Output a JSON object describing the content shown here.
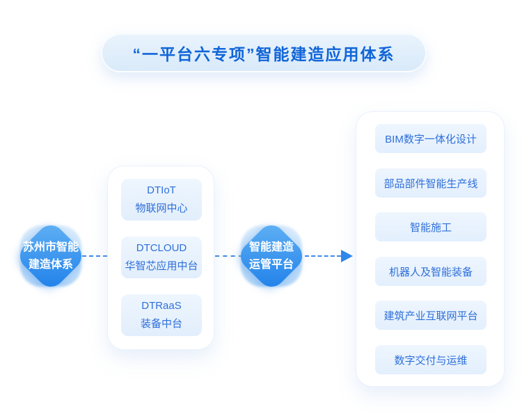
{
  "title": {
    "text": "“一平台六专项”智能建造应用体系"
  },
  "nodes": {
    "left": {
      "line1": "苏州市智能",
      "line2": "建造体系"
    },
    "middle": {
      "line1": "智能建造",
      "line2": "运管平台"
    }
  },
  "platform": {
    "items": [
      {
        "en": "DTIoT",
        "cn": "物联网中心"
      },
      {
        "en": "DTCLOUD",
        "cn": "华智芯应用中台"
      },
      {
        "en": "DTRaaS",
        "cn": "装备中台"
      }
    ]
  },
  "specials": {
    "items": [
      "BIM数字一体化设计",
      "部品部件智能生产线",
      "智能施工",
      "机器人及智能装备",
      "建筑产业互联网平台",
      "数字交付与运维"
    ]
  },
  "connectors": {
    "arrow_icon": "triangle-right-arrowhead",
    "style": "dashed"
  },
  "colors": {
    "title_text": "#1065d8",
    "pill_bg": "#ddecfa",
    "node_gradient_top": "#62b2f4",
    "node_gradient_bottom": "#1e7fe9",
    "node_text": "#ffffff",
    "box_bg": "#e9f3fd",
    "box_text": "#2e6fd9",
    "connector": "#4089e6",
    "card_bg": "#ffffff",
    "background": "#ffffff"
  }
}
